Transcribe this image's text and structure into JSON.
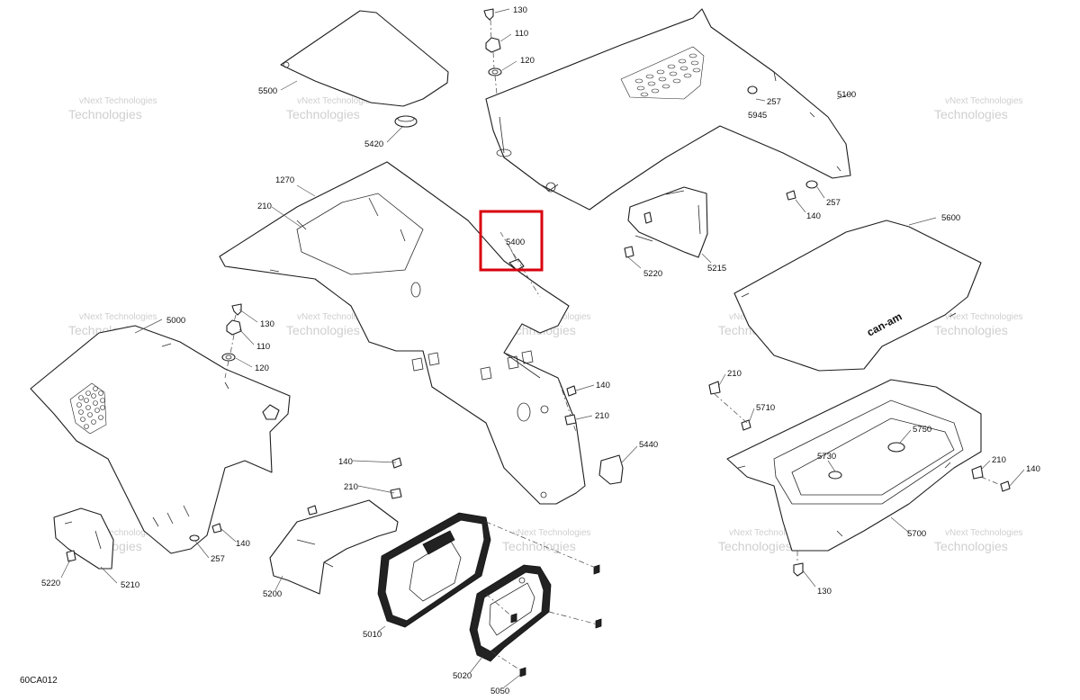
{
  "diagram_code": "60CA012",
  "highlight": {
    "part": "5400",
    "color": "#d9000d"
  },
  "watermark": {
    "line1": "vNext Technologies",
    "line2": "Technologies"
  },
  "logo_text": "can-am",
  "callouts": {
    "c130a": "130",
    "c110a": "110",
    "c120a": "120",
    "c5500": "5500",
    "c5420": "5420",
    "c257a": "257",
    "c5100": "5100",
    "c5945": "5945",
    "c140a": "140",
    "c257b": "257",
    "c1270": "1270",
    "c210a": "210",
    "c5400": "5400",
    "c5220a": "5220",
    "c5215": "5215",
    "c5600": "5600",
    "c5000": "5000",
    "c130b": "130",
    "c110b": "110",
    "c120b": "120",
    "c140b": "140",
    "c210b": "210",
    "c5440": "5440",
    "c210c": "210",
    "c5710": "5710",
    "c5750": "5750",
    "c5730": "5730",
    "c210d": "210",
    "c140c": "140",
    "c5700": "5700",
    "c130c": "130",
    "c140d": "140",
    "c210e": "210",
    "c140e": "140",
    "c257c": "257",
    "c5220b": "5220",
    "c5210": "5210",
    "c5200": "5200",
    "c5010": "5010",
    "c5020": "5020",
    "c5050": "5050"
  }
}
